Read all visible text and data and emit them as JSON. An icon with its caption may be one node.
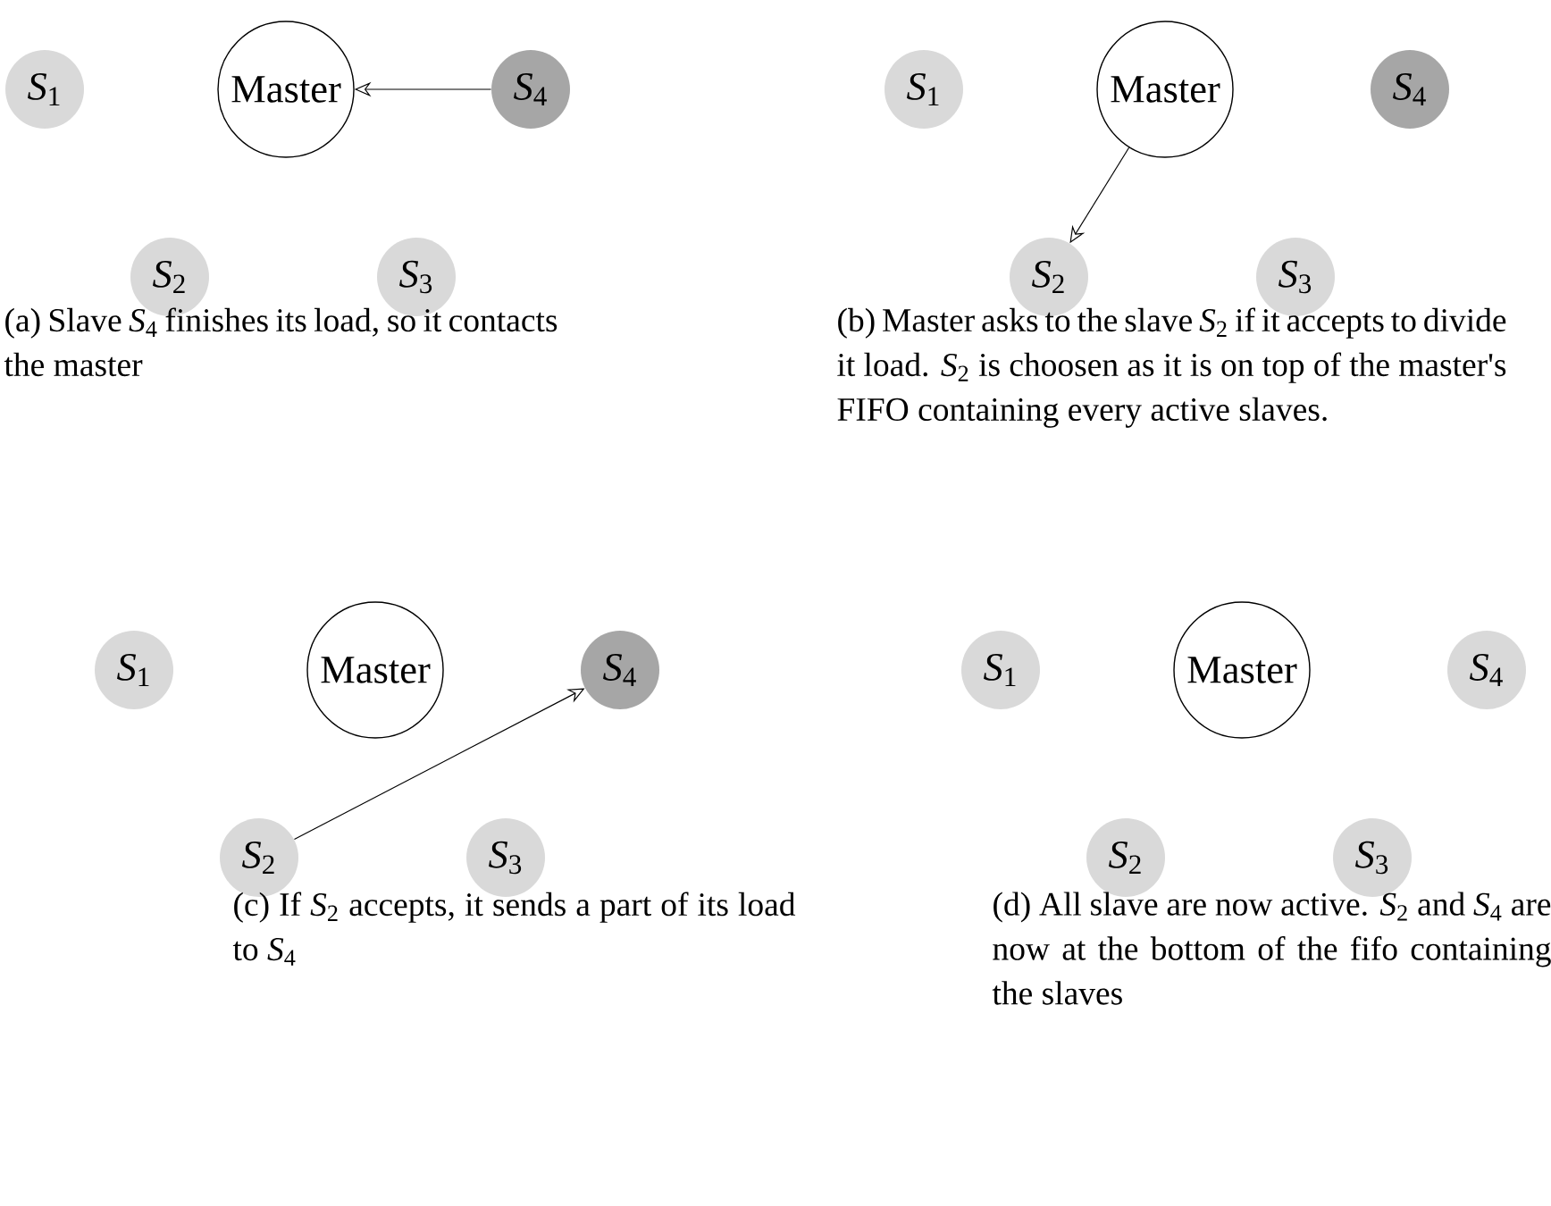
{
  "diagram": {
    "nodes": [
      {
        "text": [
          "*S*$_{1}$"
        ]
      },
      {
        "text": [
          "Master"
        ]
      },
      {
        "text": [
          "*S*$_{4}$"
        ]
      },
      {
        "text": [
          "*S*$_{2}$"
        ]
      },
      {
        "text": [
          "*S*$_{3}$"
        ]
      },
      {
        "text": [
          "*S*$_{1}$"
        ]
      },
      {
        "text": [
          "Master"
        ]
      },
      {
        "text": [
          "*S*$_{4}$"
        ]
      },
      {
        "text": [
          "*S*$_{2}$"
        ]
      },
      {
        "text": [
          "*S*$_{3}$"
        ]
      },
      {
        "text": [
          "*S*$_{1}$"
        ]
      },
      {
        "text": [
          "Master"
        ]
      },
      {
        "text": [
          "*S*$_{4}$"
        ]
      },
      {
        "text": [
          "*S*$_{2}$"
        ]
      },
      {
        "text": [
          "*S*$_{3}$"
        ]
      },
      {
        "text": [
          "*S*$_{1}$"
        ]
      },
      {
        "text": [
          "Master"
        ]
      },
      {
        "text": [
          "*S*$_{4}$"
        ]
      },
      {
        "text": [
          "*S*$_{2}$"
        ]
      },
      {
        "text": [
          "*S*$_{3}$"
        ]
      }
    ],
    "edges": [
      {
        "from": 2,
        "to": 1,
        "arrow": "to"
      },
      {
        "from": 6,
        "to": 8,
        "arrow": "to"
      },
      {
        "from": 13,
        "to": 12,
        "arrow": "to"
      }
    ],
    "labels": [
      "(a) Slave *S*$_{4}$ finishes its load, so it contacts the master",
      "(b) Master asks to the slave *S*$_{2}$ if it accepts to divide it load. *S*$_{2}$ is choosen as it is on top of the master's FIFO containing every active slaves.",
      "(c) If *S*$_{2}$ accepts, it sends a part of its load to *S*$_{4}$",
      "(d) All slave are now active. *S*$_{2}$ and *S*$_{4}$ are now at the bottom of the fifo containing the slaves"
    ]
  }
}
